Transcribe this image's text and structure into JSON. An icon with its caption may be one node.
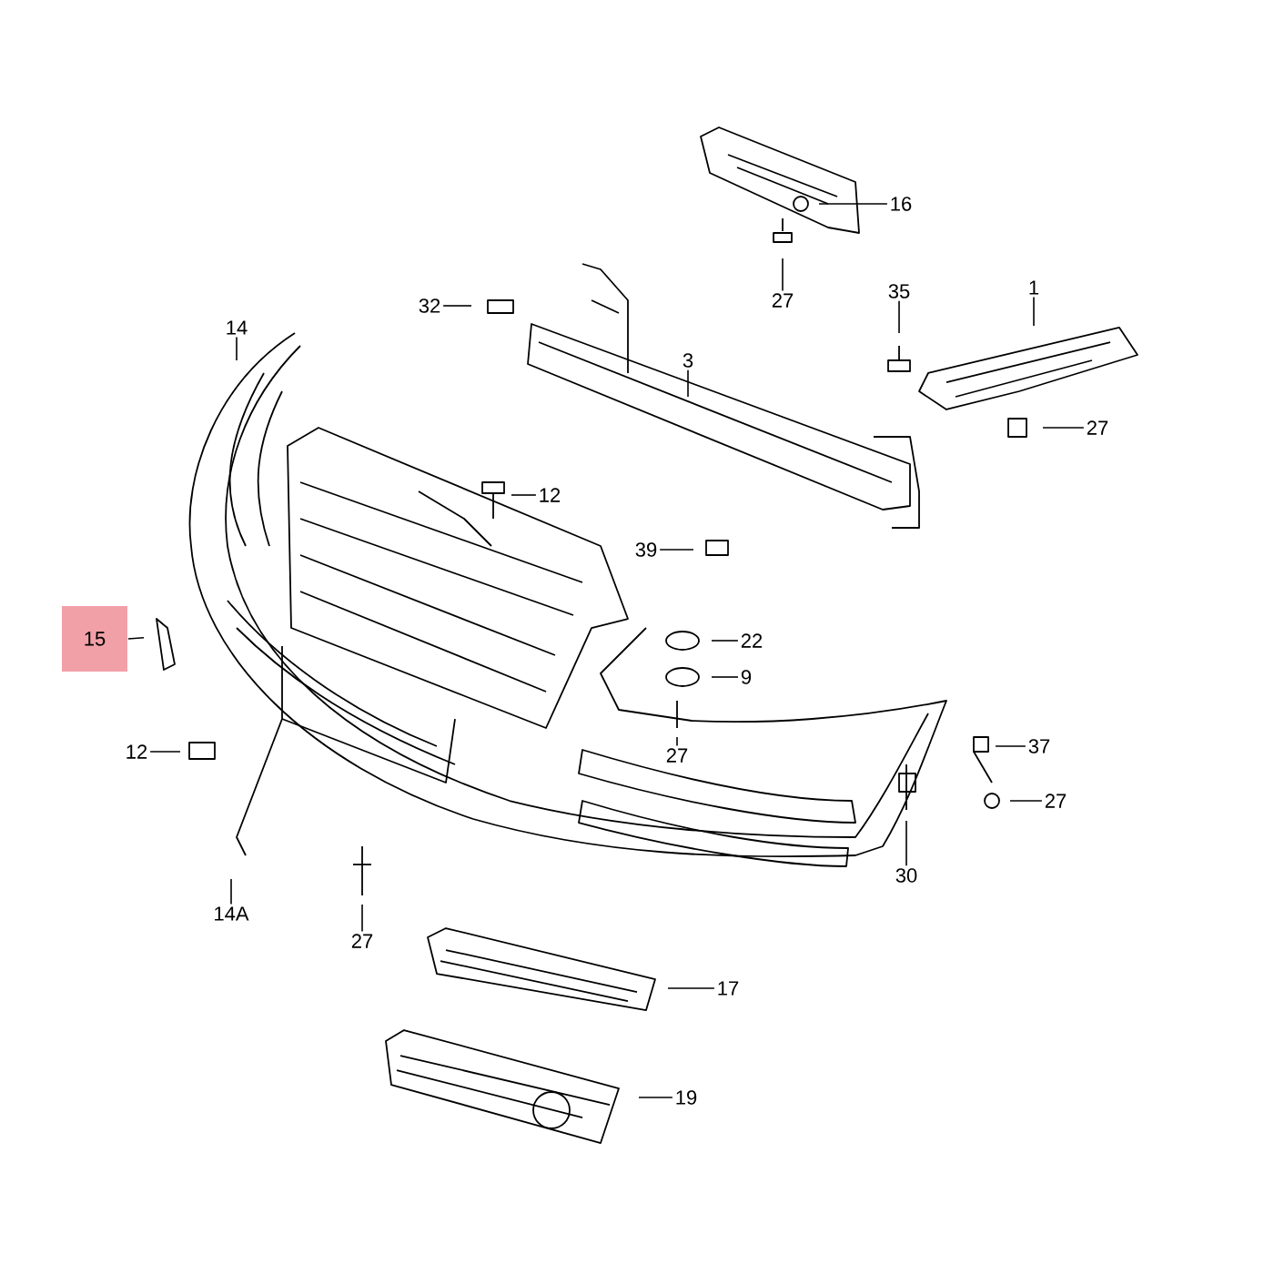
{
  "diagram": {
    "nodes": [
      {
        "text": [
          "16"
        ]
      },
      {
        "text": [
          "27"
        ]
      },
      {
        "text": [
          "32"
        ]
      },
      {
        "text": [
          "35"
        ]
      },
      {
        "text": [
          "1"
        ]
      },
      {
        "text": [
          "14"
        ]
      },
      {
        "text": [
          "3"
        ]
      },
      {
        "text": [
          "27"
        ]
      },
      {
        "text": [
          "12"
        ]
      },
      {
        "text": [
          "39"
        ]
      },
      {
        "text": [
          "15"
        ]
      },
      {
        "text": [
          "22"
        ]
      },
      {
        "text": [
          "9"
        ]
      },
      {
        "text": [
          "27"
        ]
      },
      {
        "text": [
          "12"
        ]
      },
      {
        "text": [
          "37"
        ]
      },
      {
        "text": [
          "27"
        ]
      },
      {
        "text": [
          "30"
        ]
      },
      {
        "text": [
          "14A"
        ]
      },
      {
        "text": [
          "27"
        ]
      },
      {
        "text": [
          "17"
        ]
      },
      {
        "text": [
          "19"
        ]
      }
    ],
    "edges": [
      {
        "from": 0,
        "to": null,
        "arrow": "none"
      },
      {
        "from": 1,
        "to": null,
        "arrow": "none"
      },
      {
        "from": 2,
        "to": null,
        "arrow": "none"
      },
      {
        "from": 3,
        "to": null,
        "arrow": "none"
      },
      {
        "from": 4,
        "to": null,
        "arrow": "none"
      },
      {
        "from": 5,
        "to": null,
        "arrow": "none"
      },
      {
        "from": 6,
        "to": null,
        "arrow": "none"
      },
      {
        "from": 7,
        "to": null,
        "arrow": "none"
      },
      {
        "from": 8,
        "to": null,
        "arrow": "none"
      },
      {
        "from": 9,
        "to": null,
        "arrow": "none"
      },
      {
        "from": 10,
        "to": null,
        "arrow": "none"
      },
      {
        "from": 11,
        "to": null,
        "arrow": "none"
      },
      {
        "from": 12,
        "to": null,
        "arrow": "none"
      },
      {
        "from": 13,
        "to": null,
        "arrow": "none"
      },
      {
        "from": 14,
        "to": null,
        "arrow": "none"
      },
      {
        "from": 15,
        "to": null,
        "arrow": "none"
      },
      {
        "from": 16,
        "to": null,
        "arrow": "none"
      },
      {
        "from": 17,
        "to": null,
        "arrow": "none"
      },
      {
        "from": 18,
        "to": null,
        "arrow": "none"
      },
      {
        "from": 19,
        "to": null,
        "arrow": "none"
      },
      {
        "from": 20,
        "to": null,
        "arrow": "none"
      },
      {
        "from": 21,
        "to": null,
        "arrow": "none"
      }
    ]
  }
}
